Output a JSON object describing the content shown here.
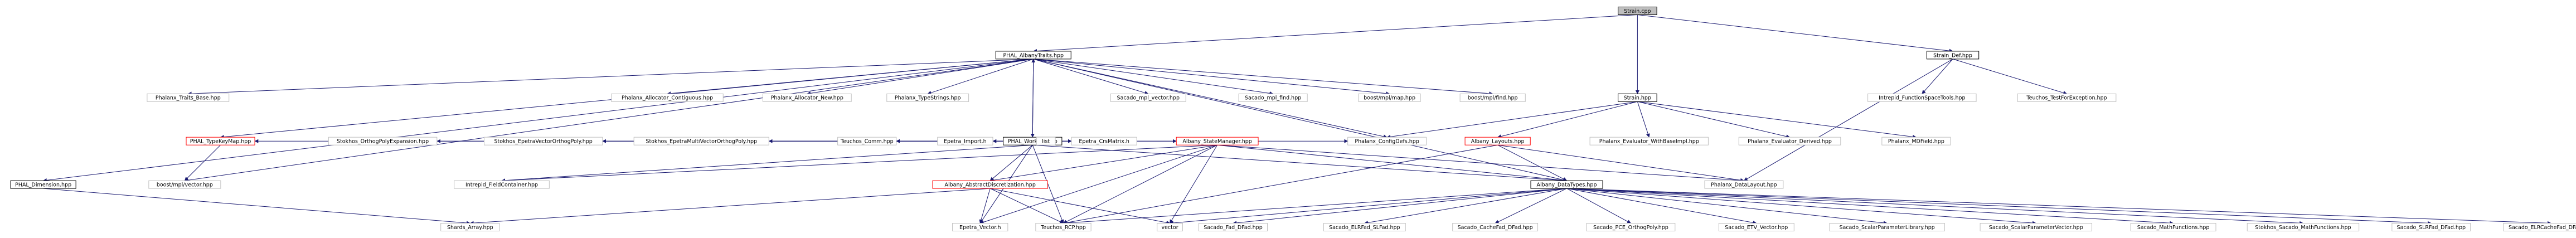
{
  "diagram": {
    "colors": {
      "background": "#ffffff",
      "edge": "#191970",
      "node_border": "#000000",
      "node_border_gray": "#bfbfbf",
      "node_border_red": "#ff0000",
      "root_fill": "#bfbfbf",
      "node_fill": "#ffffff",
      "text": "#000000"
    },
    "nodes": [
      {
        "id": "strain_cpp",
        "label": "Strain.cpp",
        "style": "root"
      },
      {
        "id": "phal_albanytraits",
        "label": "PHAL_AlbanyTraits.hpp",
        "style": "black"
      },
      {
        "id": "strain_def",
        "label": "Strain_Def.hpp",
        "style": "black"
      },
      {
        "id": "phalanx_traits_base",
        "label": "Phalanx_Traits_Base.hpp",
        "style": "gray"
      },
      {
        "id": "phalanx_alloc_contig",
        "label": "Phalanx_Allocator_Contiguous.hpp",
        "style": "gray"
      },
      {
        "id": "phalanx_alloc_new",
        "label": "Phalanx_Allocator_New.hpp",
        "style": "gray"
      },
      {
        "id": "phalanx_typestrings",
        "label": "Phalanx_TypeStrings.hpp",
        "style": "gray"
      },
      {
        "id": "sacado_mpl_vector",
        "label": "Sacado_mpl_vector.hpp",
        "style": "gray"
      },
      {
        "id": "sacado_mpl_find",
        "label": "Sacado_mpl_find.hpp",
        "style": "gray"
      },
      {
        "id": "boost_mpl_map",
        "label": "boost/mpl/map.hpp",
        "style": "gray"
      },
      {
        "id": "boost_mpl_find",
        "label": "boost/mpl/find.hpp",
        "style": "gray"
      },
      {
        "id": "strain_hpp",
        "label": "Strain.hpp",
        "style": "black"
      },
      {
        "id": "intrepid_fst",
        "label": "Intrepid_FunctionSpaceTools.hpp",
        "style": "gray"
      },
      {
        "id": "teuchos_testforexc",
        "label": "Teuchos_TestForException.hpp",
        "style": "gray"
      },
      {
        "id": "phal_dimension",
        "label": "PHAL_Dimension.hpp",
        "style": "black"
      },
      {
        "id": "phal_typekeymap",
        "label": "PHAL_TypeKeyMap.hpp",
        "style": "red"
      },
      {
        "id": "phal_workset",
        "label": "PHAL_Workset.hpp",
        "style": "black"
      },
      {
        "id": "stokhos_orthopoly",
        "label": "Stokhos_OrthogPolyExpansion.hpp",
        "style": "gray"
      },
      {
        "id": "stokhos_epetravec",
        "label": "Stokhos_EpetraVectorOrthogPoly.hpp",
        "style": "gray"
      },
      {
        "id": "stokhos_epetramulti",
        "label": "Stokhos_EpetraMultiVectorOrthogPoly.hpp",
        "style": "gray"
      },
      {
        "id": "teuchos_comm",
        "label": "Teuchos_Comm.hpp",
        "style": "gray"
      },
      {
        "id": "epetra_import",
        "label": "Epetra_Import.h",
        "style": "gray"
      },
      {
        "id": "list",
        "label": "list",
        "style": "gray"
      },
      {
        "id": "epetra_crsmatrix",
        "label": "Epetra_CrsMatrix.h",
        "style": "gray"
      },
      {
        "id": "albany_statemanager",
        "label": "Albany_StateManager.hpp",
        "style": "red"
      },
      {
        "id": "phalanx_configdefs",
        "label": "Phalanx_ConfigDefs.hpp",
        "style": "gray"
      },
      {
        "id": "albany_layouts",
        "label": "Albany_Layouts.hpp",
        "style": "red"
      },
      {
        "id": "phalanx_evaluator_withbaseimpl",
        "label": "Phalanx_Evaluator_WithBaseImpl.hpp",
        "style": "gray"
      },
      {
        "id": "phalanx_evaluator_derived",
        "label": "Phalanx_Evaluator_Derived.hpp",
        "style": "gray"
      },
      {
        "id": "phalanx_mdfield",
        "label": "Phalanx_MDField.hpp",
        "style": "gray"
      },
      {
        "id": "boost_mpl_vector",
        "label": "boost/mpl/vector.hpp",
        "style": "gray"
      },
      {
        "id": "intrepid_fieldcontainer",
        "label": "Intrepid_FieldContainer.hpp",
        "style": "gray"
      },
      {
        "id": "albany_abstractdisc",
        "label": "Albany_AbstractDiscretization.hpp",
        "style": "red"
      },
      {
        "id": "albany_datatypes",
        "label": "Albany_DataTypes.hpp",
        "style": "black"
      },
      {
        "id": "phalanx_datalayout",
        "label": "Phalanx_DataLayout.hpp",
        "style": "gray"
      },
      {
        "id": "shards_array",
        "label": "Shards_Array.hpp",
        "style": "gray"
      },
      {
        "id": "epetra_vector",
        "label": "Epetra_Vector.h",
        "style": "gray"
      },
      {
        "id": "teuchos_rcp",
        "label": "Teuchos_RCP.hpp",
        "style": "gray"
      },
      {
        "id": "vector",
        "label": "vector",
        "style": "gray"
      },
      {
        "id": "sacado_fad_dfad",
        "label": "Sacado_Fad_DFad.hpp",
        "style": "gray"
      },
      {
        "id": "sacado_elrfad_slfad",
        "label": "Sacado_ELRFad_SLFad.hpp",
        "style": "gray"
      },
      {
        "id": "sacado_cachefad_dfad",
        "label": "Sacado_CacheFad_DFad.hpp",
        "style": "gray"
      },
      {
        "id": "sacado_pce_orthogpoly",
        "label": "Sacado_PCE_OrthogPoly.hpp",
        "style": "gray"
      },
      {
        "id": "sacado_etv_vector",
        "label": "Sacado_ETV_Vector.hpp",
        "style": "gray"
      },
      {
        "id": "sacado_scalarparamlib",
        "label": "Sacado_ScalarParameterLibrary.hpp",
        "style": "gray"
      },
      {
        "id": "sacado_scalarparamvec",
        "label": "Sacado_ScalarParameterVector.hpp",
        "style": "gray"
      },
      {
        "id": "sacado_mathfunctions",
        "label": "Sacado_MathFunctions.hpp",
        "style": "gray"
      },
      {
        "id": "stokhos_sacado_math",
        "label": "Stokhos_Sacado_MathFunctions.hpp",
        "style": "gray"
      },
      {
        "id": "sacado_slrfad_dfad",
        "label": "Sacado_SLRFad_DFad.hpp",
        "style": "gray"
      },
      {
        "id": "sacado_elrcachefad_dfad",
        "label": "Sacado_ELRCacheFad_DFad.hpp",
        "style": "gray"
      }
    ],
    "edges": [
      [
        "strain_cpp",
        "phal_albanytraits"
      ],
      [
        "strain_cpp",
        "strain_hpp"
      ],
      [
        "strain_cpp",
        "strain_def"
      ],
      [
        "phal_albanytraits",
        "phalanx_traits_base"
      ],
      [
        "phal_albanytraits",
        "phalanx_alloc_contig"
      ],
      [
        "phal_albanytraits",
        "phalanx_alloc_new"
      ],
      [
        "phal_albanytraits",
        "phalanx_typestrings"
      ],
      [
        "phal_albanytraits",
        "sacado_mpl_vector"
      ],
      [
        "phal_albanytraits",
        "sacado_mpl_find"
      ],
      [
        "phal_albanytraits",
        "boost_mpl_map"
      ],
      [
        "phal_albanytraits",
        "boost_mpl_find"
      ],
      [
        "phal_albanytraits",
        "phal_dimension"
      ],
      [
        "phal_albanytraits",
        "phal_workset"
      ],
      [
        "phal_albanytraits",
        "phalanx_configdefs"
      ],
      [
        "phal_albanytraits",
        "albany_datatypes"
      ],
      [
        "phal_albanytraits",
        "boost_mpl_vector"
      ],
      [
        "phal_albanytraits",
        "phal_typekeymap"
      ],
      [
        "phal_workset",
        "phal_albanytraits"
      ],
      [
        "phal_workset",
        "phal_typekeymap"
      ],
      [
        "phal_workset",
        "stokhos_orthopoly"
      ],
      [
        "phal_workset",
        "stokhos_epetravec"
      ],
      [
        "phal_workset",
        "stokhos_epetramulti"
      ],
      [
        "phal_workset",
        "teuchos_comm"
      ],
      [
        "phal_workset",
        "epetra_import"
      ],
      [
        "phal_workset",
        "list"
      ],
      [
        "phal_workset",
        "epetra_crsmatrix"
      ],
      [
        "phal_workset",
        "albany_statemanager"
      ],
      [
        "phal_workset",
        "albany_abstractdisc"
      ],
      [
        "phal_workset",
        "intrepid_fieldcontainer"
      ],
      [
        "phal_workset",
        "teuchos_rcp"
      ],
      [
        "phal_workset",
        "epetra_vector"
      ],
      [
        "phal_workset",
        "albany_datatypes"
      ],
      [
        "phal_workset",
        "phalanx_configdefs"
      ],
      [
        "phal_typekeymap",
        "boost_mpl_vector"
      ],
      [
        "phal_dimension",
        "shards_array"
      ],
      [
        "strain_hpp",
        "phalanx_configdefs"
      ],
      [
        "strain_hpp",
        "albany_layouts"
      ],
      [
        "strain_hpp",
        "phalanx_evaluator_withbaseimpl"
      ],
      [
        "strain_hpp",
        "phalanx_evaluator_derived"
      ],
      [
        "strain_hpp",
        "phalanx_mdfield"
      ],
      [
        "strain_def",
        "intrepid_fst"
      ],
      [
        "strain_def",
        "teuchos_testforexc"
      ],
      [
        "strain_def",
        "phalanx_datalayout"
      ],
      [
        "albany_statemanager",
        "intrepid_fieldcontainer"
      ],
      [
        "albany_statemanager",
        "albany_abstractdisc"
      ],
      [
        "albany_statemanager",
        "albany_datatypes"
      ],
      [
        "albany_statemanager",
        "phalanx_datalayout"
      ],
      [
        "albany_statemanager",
        "teuchos_rcp"
      ],
      [
        "albany_statemanager",
        "vector"
      ],
      [
        "albany_statemanager",
        "epetra_vector"
      ],
      [
        "albany_abstractdisc",
        "shards_array"
      ],
      [
        "albany_abstractdisc",
        "epetra_vector"
      ],
      [
        "albany_abstractdisc",
        "teuchos_rcp"
      ],
      [
        "albany_abstractdisc",
        "vector"
      ],
      [
        "albany_layouts",
        "albany_datatypes"
      ],
      [
        "albany_layouts",
        "phalanx_datalayout"
      ],
      [
        "albany_layouts",
        "teuchos_rcp"
      ],
      [
        "albany_datatypes",
        "teuchos_rcp"
      ],
      [
        "albany_datatypes",
        "vector"
      ],
      [
        "albany_datatypes",
        "sacado_fad_dfad"
      ],
      [
        "albany_datatypes",
        "sacado_elrfad_slfad"
      ],
      [
        "albany_datatypes",
        "sacado_cachefad_dfad"
      ],
      [
        "albany_datatypes",
        "sacado_pce_orthogpoly"
      ],
      [
        "albany_datatypes",
        "sacado_etv_vector"
      ],
      [
        "albany_datatypes",
        "sacado_scalarparamlib"
      ],
      [
        "albany_datatypes",
        "sacado_scalarparamvec"
      ],
      [
        "albany_datatypes",
        "sacado_mathfunctions"
      ],
      [
        "albany_datatypes",
        "stokhos_sacado_math"
      ],
      [
        "albany_datatypes",
        "sacado_slrfad_dfad"
      ],
      [
        "albany_datatypes",
        "sacado_elrcachefad_dfad"
      ]
    ]
  }
}
